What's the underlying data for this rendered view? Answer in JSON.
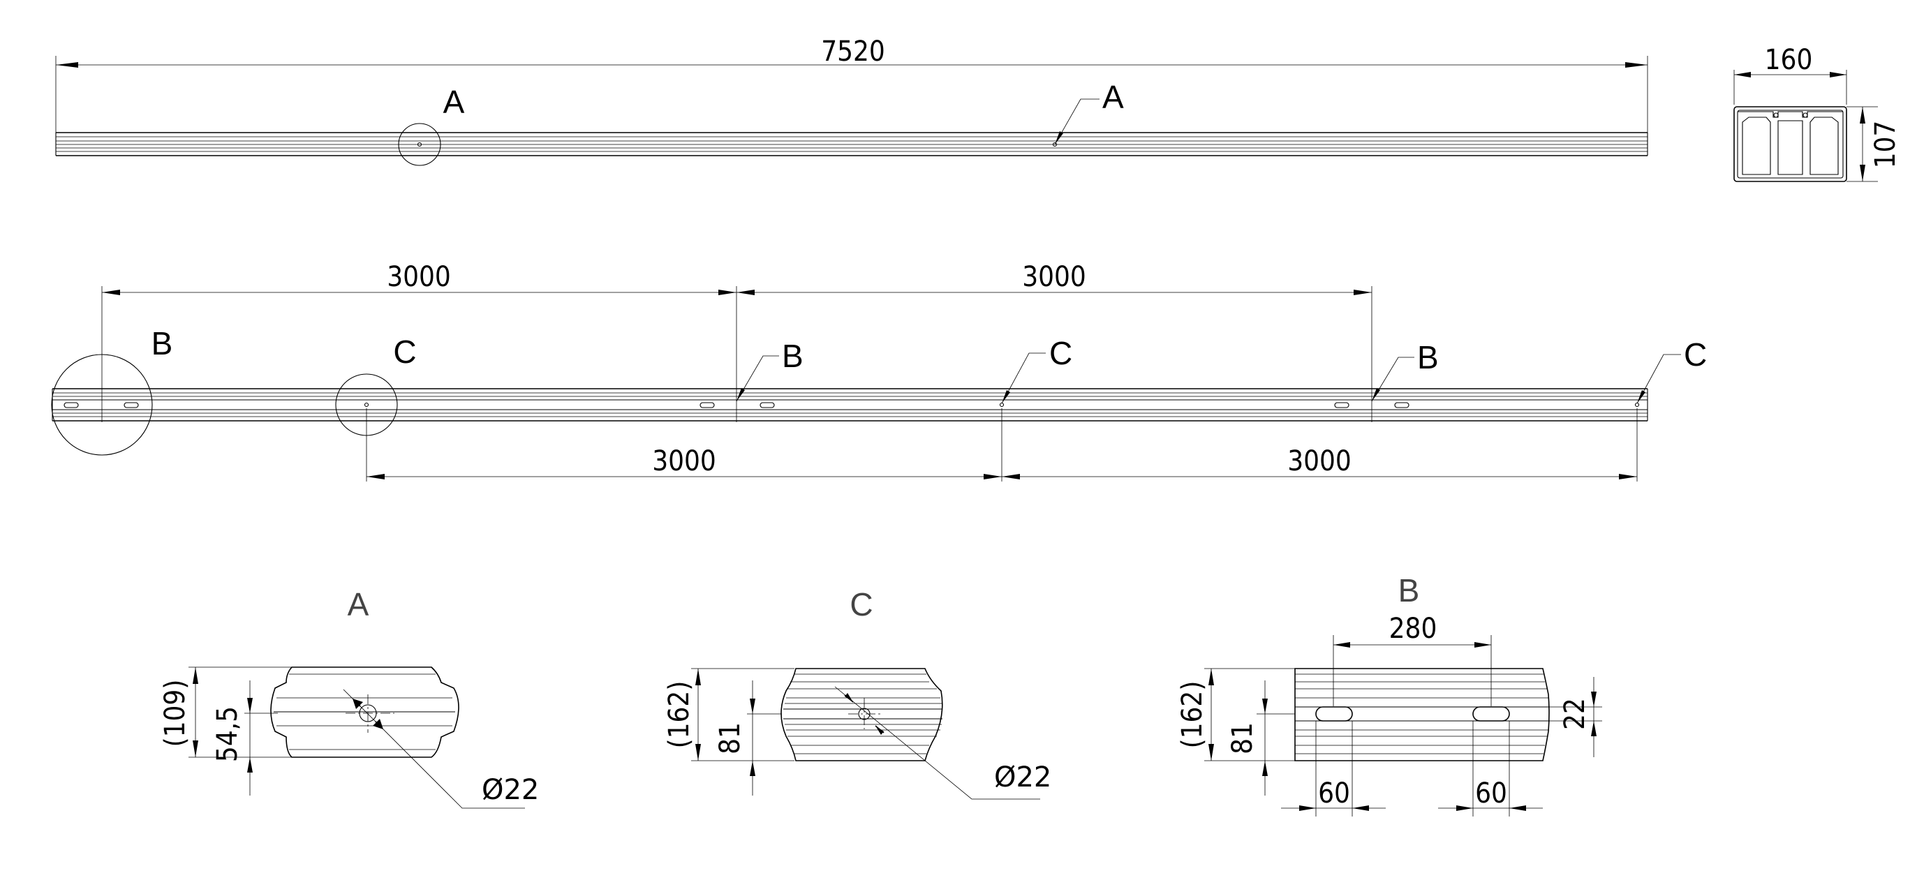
{
  "top_view": {
    "overall_length": "7520",
    "detail_circle_label": "A",
    "leader_label": "A"
  },
  "cross_section": {
    "width": "160",
    "height": "107"
  },
  "side_view": {
    "spacing_top_1": "3000",
    "spacing_top_2": "3000",
    "spacing_bottom_1": "3000",
    "spacing_bottom_2": "3000",
    "detail_circle_b": "B",
    "detail_circle_c": "C",
    "leader_b1": "B",
    "leader_c1": "C",
    "leader_b2": "B",
    "leader_c2": "C"
  },
  "detail_a": {
    "title": "A",
    "overall_height": "(109)",
    "half_height": "54,5",
    "hole_diameter": "Ø22"
  },
  "detail_c": {
    "title": "C",
    "overall_height": "(162)",
    "half_height": "81",
    "hole_diameter": "Ø22"
  },
  "detail_b": {
    "title": "B",
    "slot_spacing": "280",
    "overall_height": "(162)",
    "half_height": "81",
    "slot_height": "22",
    "slot_length_1": "60",
    "slot_length_2": "60"
  }
}
